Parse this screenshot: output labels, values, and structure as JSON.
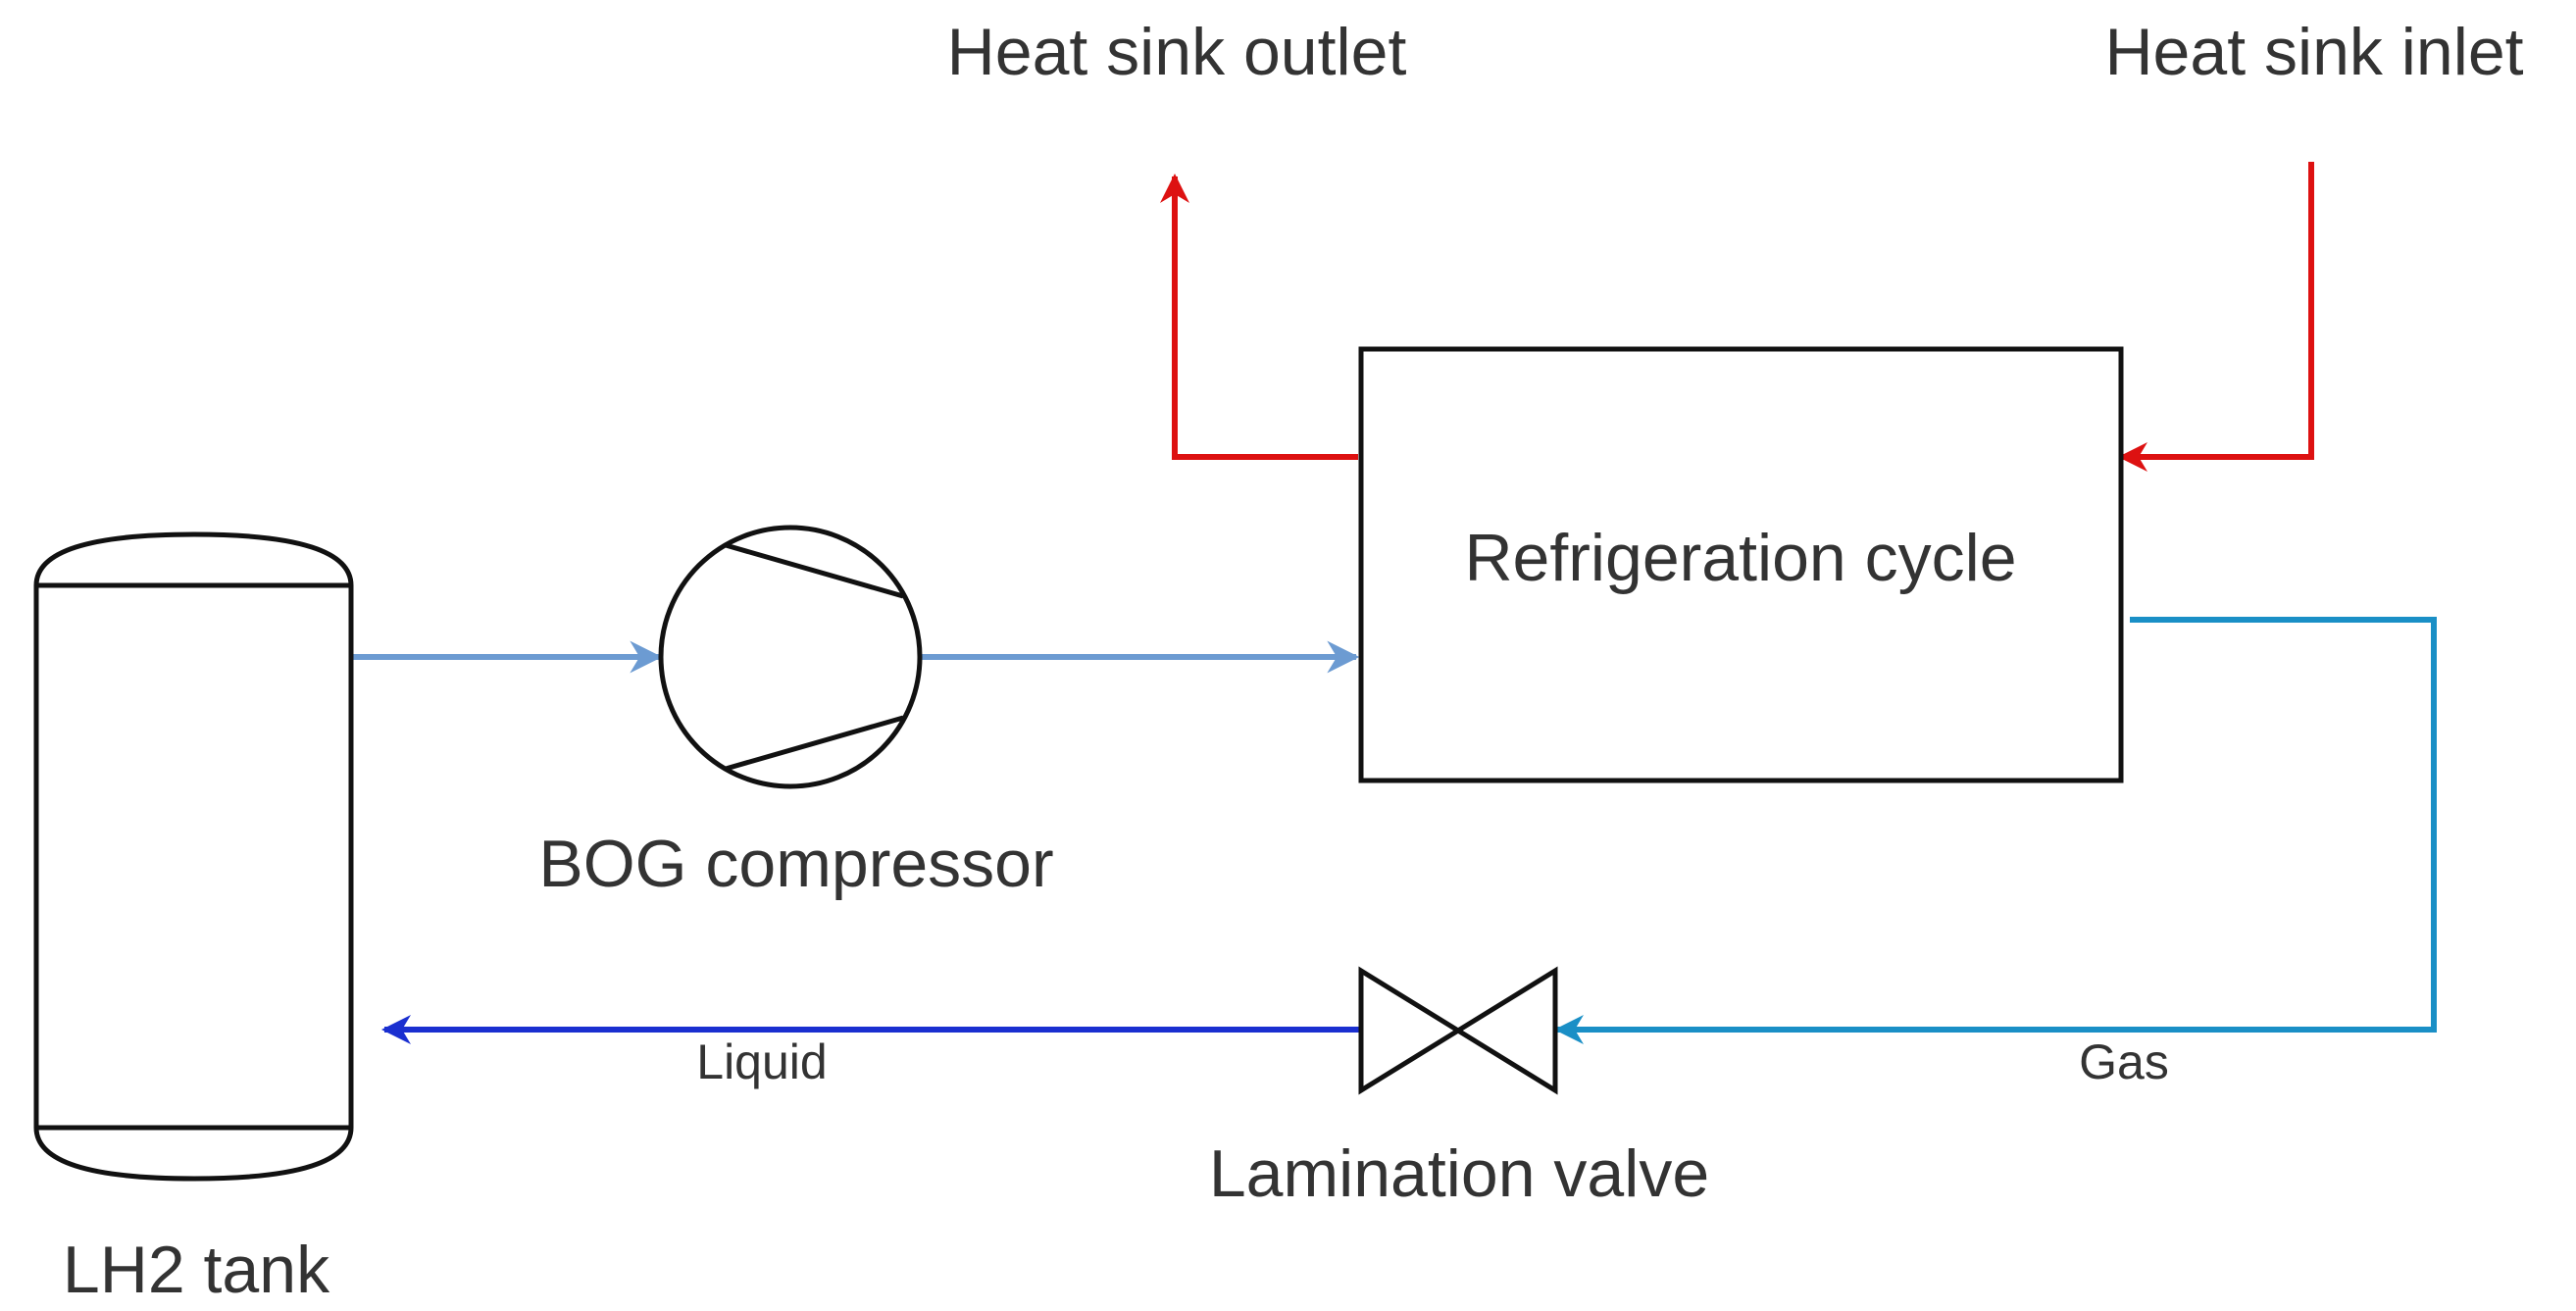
{
  "labels": {
    "heat_sink_outlet": "Heat sink outlet",
    "heat_sink_inlet": "Heat sink inlet",
    "refrigeration_cycle": "Refrigeration cycle",
    "bog_compressor": "BOG compressor",
    "lamination_valve": "Lamination valve",
    "lh2_tank": "LH2 tank",
    "liquid": "Liquid",
    "gas": "Gas"
  },
  "colors": {
    "heat_sink": "#dd1111",
    "bog_line": "#6c9bd2",
    "gas_line": "#1a8fc6",
    "liquid_line": "#1a2fd0",
    "outline": "#111111",
    "text": "#333333"
  }
}
